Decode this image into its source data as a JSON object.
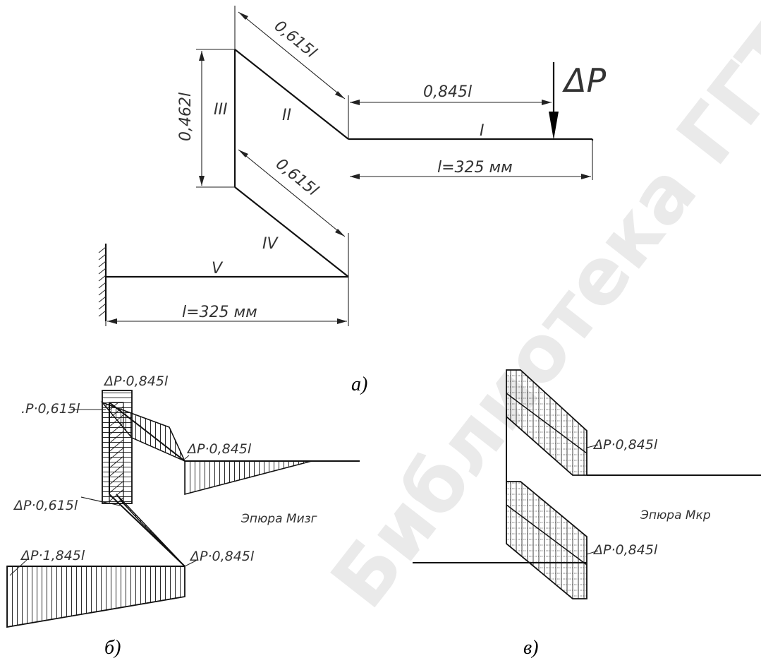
{
  "part_a": {
    "dim_top_diag": "0,615l",
    "dim_vertical": "0,462l",
    "dim_load_pos": "0,845l",
    "dim_len_top": "l=325 мм",
    "dim_bottom_diag": "0,615l",
    "dim_len_bottom": "l=325 мм",
    "load_label": "ΔP",
    "seg_I": "I",
    "seg_II": "II",
    "seg_III": "III",
    "seg_IV": "IV",
    "seg_V": "V",
    "caption": "а)"
  },
  "part_b": {
    "lbl_top": "ΔP·0,845l",
    "lbl_left_top": ".P·0,615l",
    "lbl_mid_right": "ΔP·0,845l",
    "lbl_mid_left": "ΔP·0,615l",
    "lbl_bottom_left": "ΔP·1,845l",
    "lbl_bottom_right": "ΔP·0,845l",
    "title": "Эпюра Мизг",
    "caption": "б)"
  },
  "part_c": {
    "lbl_top": "ΔP·0,845l",
    "lbl_bottom": "ΔP·0,845l",
    "title": "Эпюра Мкр",
    "caption": "в)"
  },
  "watermark": "Библиотека ГГТУ им."
}
